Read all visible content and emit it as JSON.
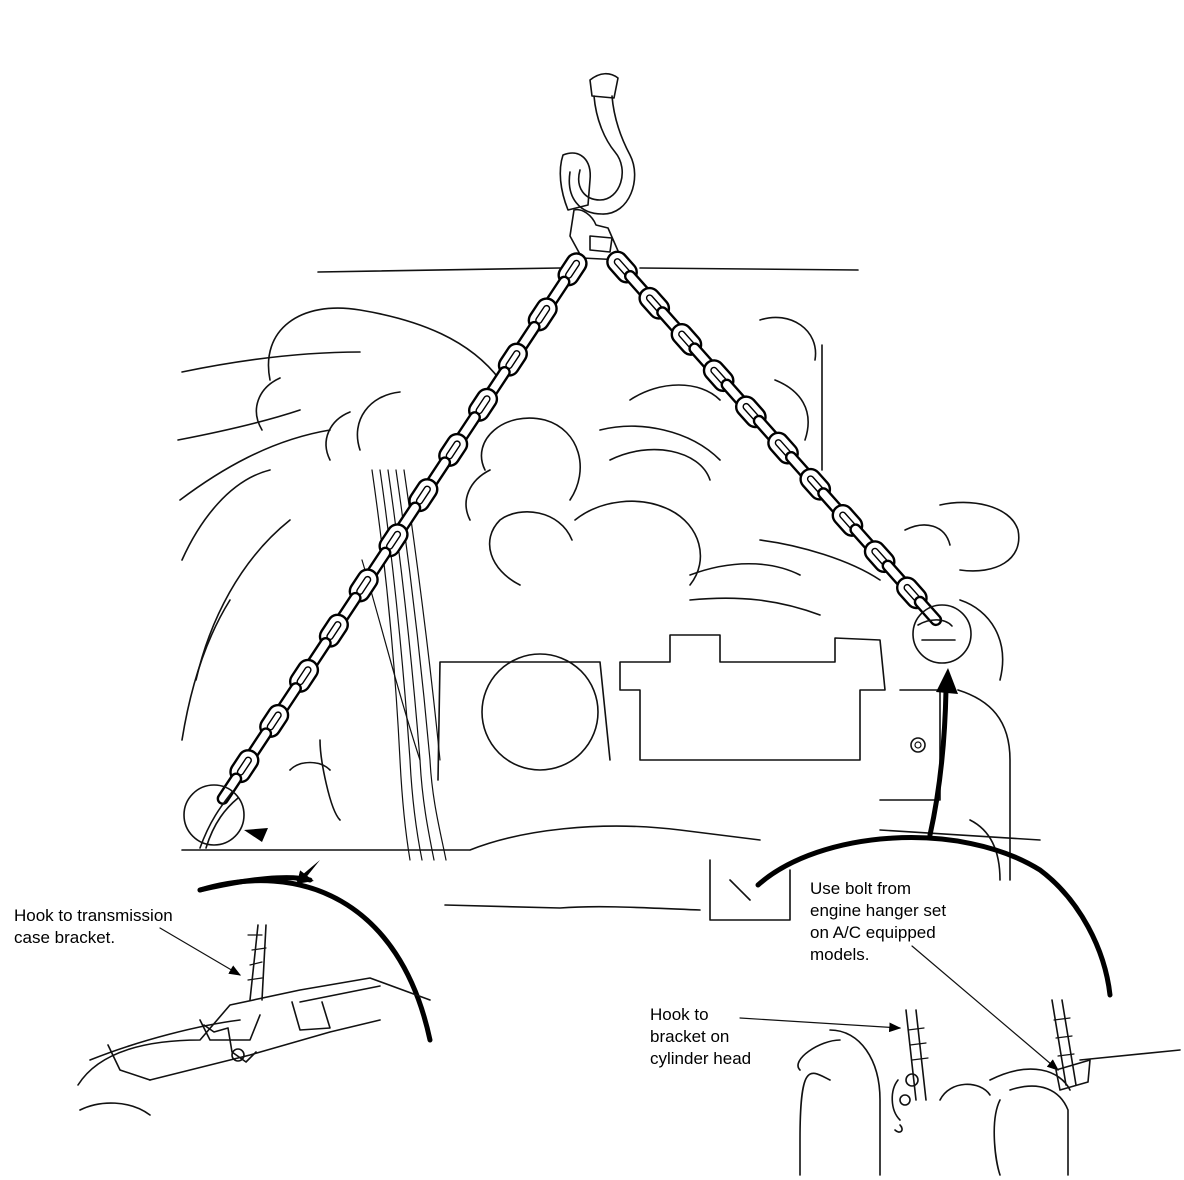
{
  "labels": {
    "transmission": "Hook to transmission\ncase bracket.",
    "bolt": "Use bolt from\nengine hanger set\non A/C equipped\nmodels.",
    "cylinder": "Hook to\nbracket on\ncylinder head"
  },
  "icons": [
    "lifting-hook-icon",
    "chain-icon",
    "engine-outline-icon"
  ]
}
